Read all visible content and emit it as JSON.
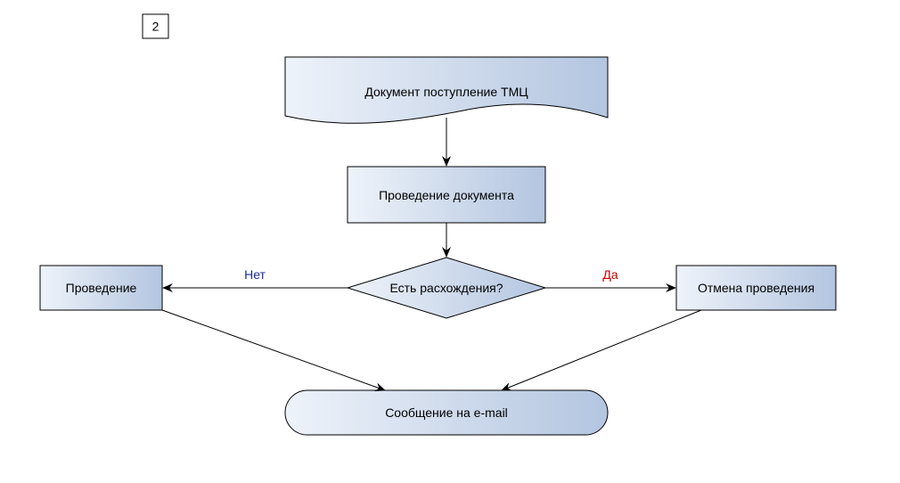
{
  "page_number": "2",
  "nodes": {
    "document": {
      "label": "Документ поступление ТМЦ"
    },
    "posting": {
      "label": "Проведение документа"
    },
    "decision": {
      "label": "Есть расхождения?"
    },
    "left_action": {
      "label": "Проведение"
    },
    "right_action": {
      "label": "Отмена проведения"
    },
    "terminal": {
      "label": "Сообщение на e-mail"
    }
  },
  "edges": {
    "no_label": "Нет",
    "yes_label": "Да"
  },
  "colors": {
    "shape_gradient_start": "#eef3fa",
    "shape_gradient_end": "#b3c5e0",
    "no_label": "#1a2a9a",
    "yes_label": "#cc0000"
  }
}
